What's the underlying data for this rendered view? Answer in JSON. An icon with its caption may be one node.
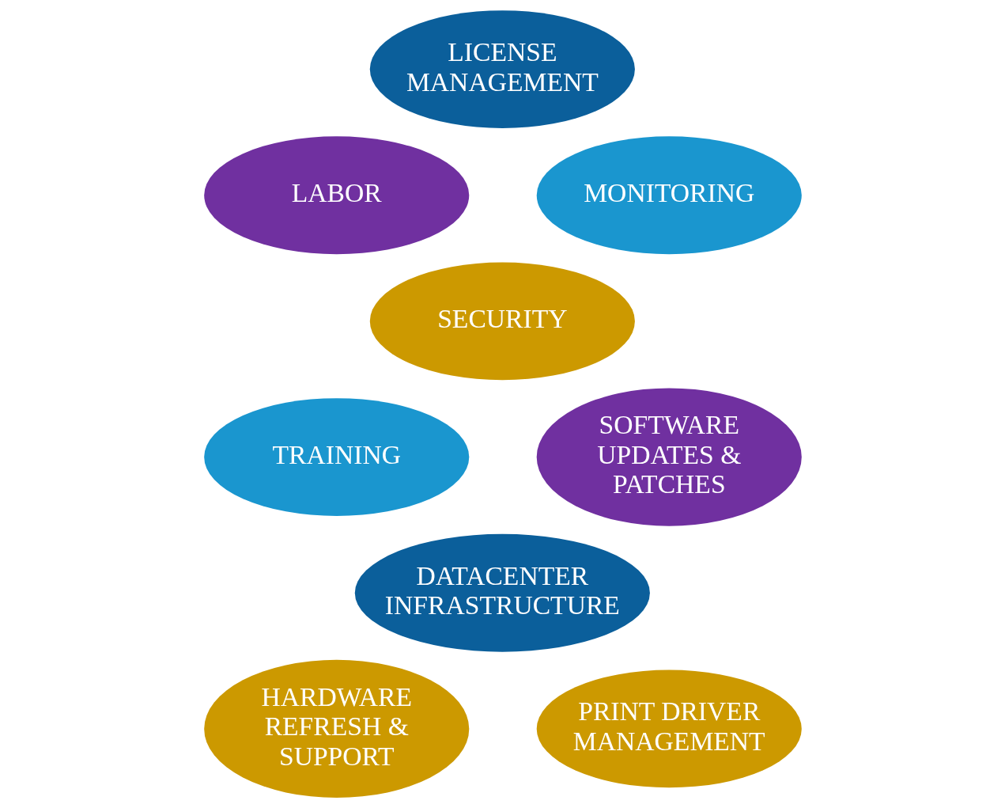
{
  "diagram": {
    "nodes": [
      {
        "text": [
          "LICENSE MANAGEMENT"
        ]
      },
      {
        "text": [
          "LABOR"
        ]
      },
      {
        "text": [
          "MONITORING"
        ]
      },
      {
        "text": [
          "SECURITY"
        ]
      },
      {
        "text": [
          "TRAINING"
        ]
      },
      {
        "text": [
          "SOFTWARE UPDATES & PATCHES"
        ]
      },
      {
        "text": [
          "DATACENTER INFRASTRUCTURE"
        ]
      },
      {
        "text": [
          "HARDWARE REFRESH & SUPPORT"
        ]
      },
      {
        "text": [
          "PRINT DRIVER MANAGEMENT"
        ]
      }
    ]
  }
}
